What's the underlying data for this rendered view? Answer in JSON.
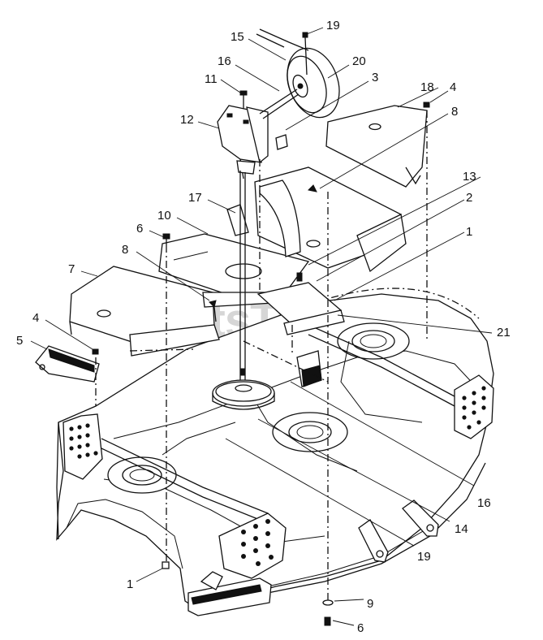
{
  "watermark": {
    "text": "PartsTree",
    "trademark": "TM"
  },
  "callouts": [
    {
      "id": "c19a",
      "label": "19"
    },
    {
      "id": "c15",
      "label": "15"
    },
    {
      "id": "c20",
      "label": "20"
    },
    {
      "id": "c16a",
      "label": "16"
    },
    {
      "id": "c11",
      "label": "11"
    },
    {
      "id": "c3",
      "label": "3"
    },
    {
      "id": "c18",
      "label": "18"
    },
    {
      "id": "c4a",
      "label": "4"
    },
    {
      "id": "c12",
      "label": "12"
    },
    {
      "id": "c8a",
      "label": "8"
    },
    {
      "id": "c13",
      "label": "13"
    },
    {
      "id": "c17",
      "label": "17"
    },
    {
      "id": "c2",
      "label": "2"
    },
    {
      "id": "c10",
      "label": "10"
    },
    {
      "id": "c1a",
      "label": "1"
    },
    {
      "id": "c6a",
      "label": "6"
    },
    {
      "id": "c8b",
      "label": "8"
    },
    {
      "id": "c7",
      "label": "7"
    },
    {
      "id": "c4b",
      "label": "4"
    },
    {
      "id": "c5",
      "label": "5"
    },
    {
      "id": "c21",
      "label": "21"
    },
    {
      "id": "c16b",
      "label": "16"
    },
    {
      "id": "c14",
      "label": "14"
    },
    {
      "id": "c19b",
      "label": "19"
    },
    {
      "id": "c1b",
      "label": "1"
    },
    {
      "id": "c9",
      "label": "9"
    },
    {
      "id": "c6b",
      "label": "6"
    }
  ]
}
